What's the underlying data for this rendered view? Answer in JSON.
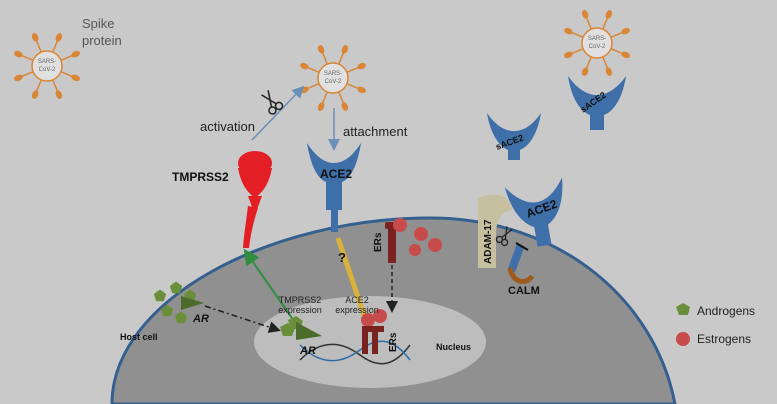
{
  "labels": {
    "spike_protein_line1": "Spike",
    "spike_protein_line2": "protein",
    "virus_text_line1": "SARS-",
    "virus_text_line2": "CoV-2",
    "activation": "activation",
    "attachment": "attachment",
    "tmprss2": "TMPRSS2",
    "ace2_main": "ACE2",
    "ace2_right": "ACE2",
    "sace2_left": "sACE2",
    "sace2_right": "sACE2",
    "adam17": "ADAM-17",
    "calm": "CALM",
    "question": "?",
    "ers_top": "ERs",
    "ers_nucleus": "ERs",
    "ar_cytoplasm": "AR",
    "ar_nucleus": "AR",
    "tmprss2_expression_line1": "TMPRSS2",
    "tmprss2_expression_line2": "expression",
    "ace2_expression_line1": "ACE2",
    "ace2_expression_line2": "expression",
    "host_cell": "Host cell",
    "nucleus": "Nucleus"
  },
  "legend": {
    "androgens": "Androgens",
    "estrogens": "Estrogens"
  },
  "colors": {
    "background": "#c9c9c9",
    "cell": "#909090",
    "nucleus": "#bdbdbd",
    "membrane": "#355f8f",
    "spike": "#d98637",
    "ace2": "#3f6fa8",
    "tmprss2": "#e41e25",
    "androgen": "#6a8f3a",
    "estrogen": "#c84b4b",
    "er": "#7a2220",
    "adam17": "#c6c0a0",
    "calm": "#a05a1e"
  }
}
